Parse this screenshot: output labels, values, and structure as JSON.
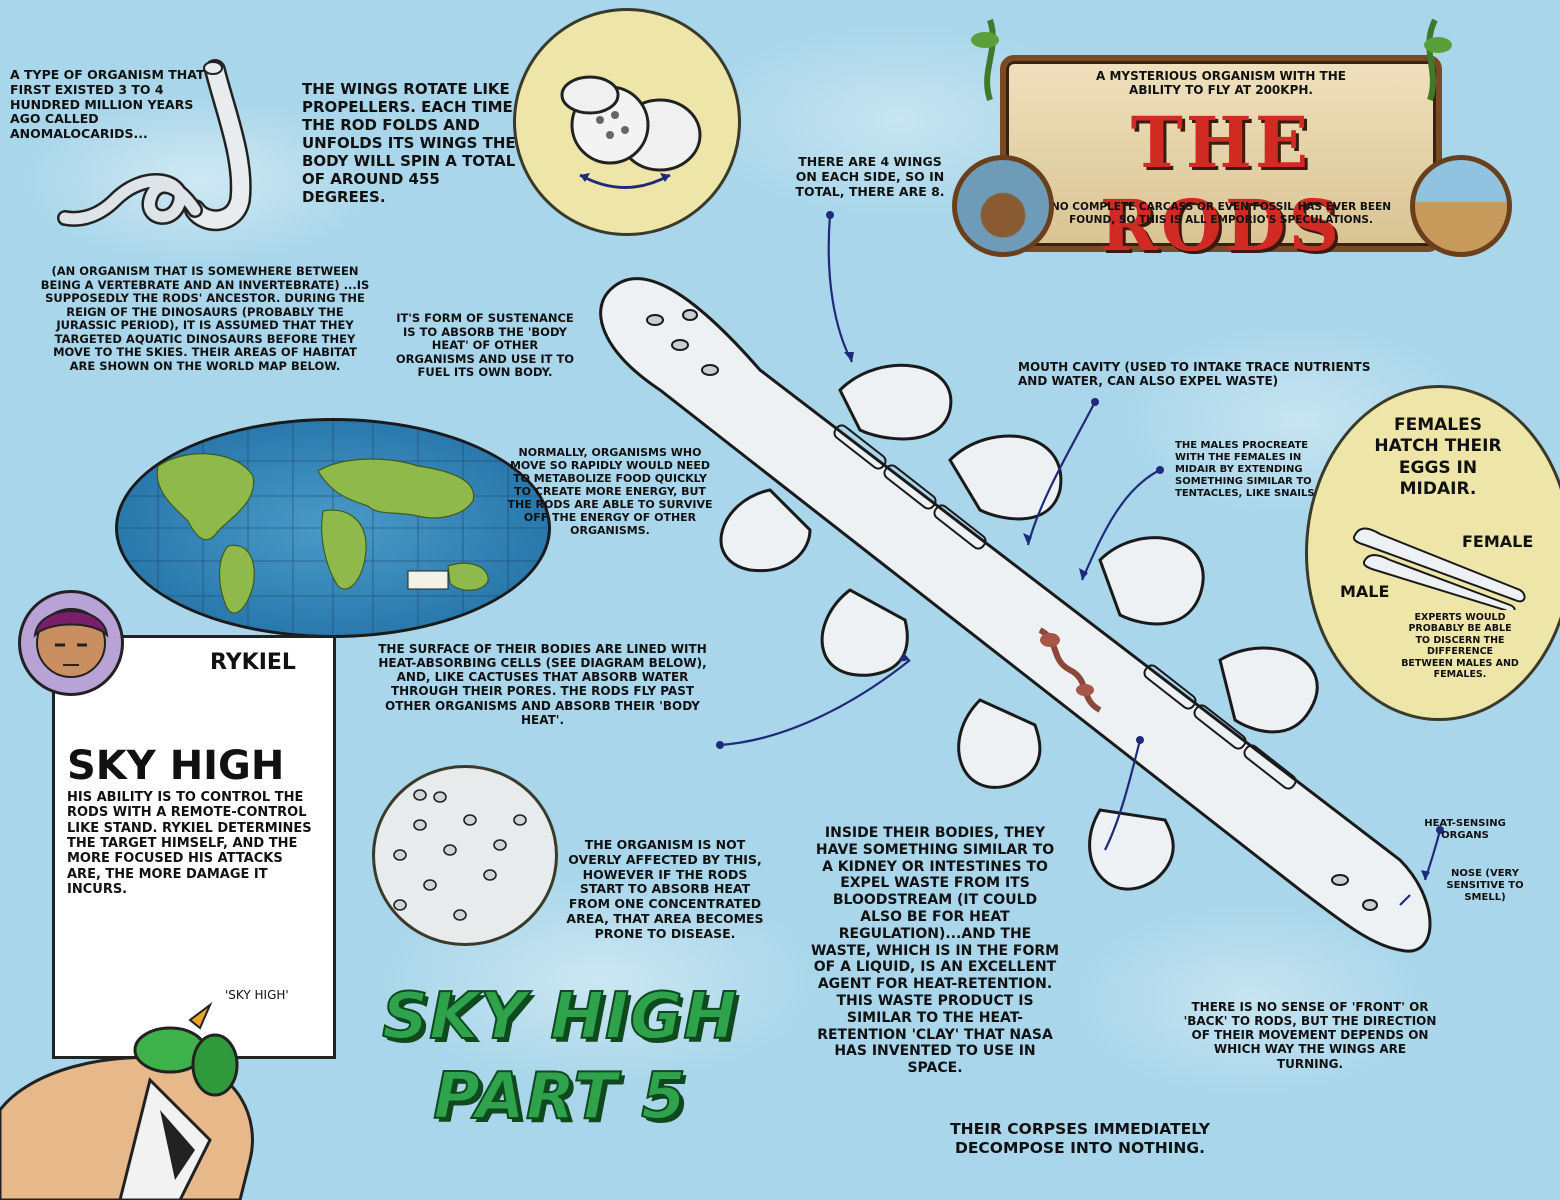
{
  "header": {
    "subtitle": "A mysterious organism with the ability to fly at 200kph.",
    "title": "THE RODS",
    "disclaimer": "No complete carcass or even fossil has ever been found, so this is all Emporio's speculations."
  },
  "notes": {
    "anomalocarids": "A type of organism that first existed 3 to 4 hundred million years ago called anomalocarids...",
    "wings_rotate": "The wings rotate like propellers. Each time the rod folds and unfolds its wings the body will spin a total of around 455 degrees.",
    "four_wings": "There are 4 wings on each side, so in total, there are 8.",
    "ancestor": "(An organism that is somewhere between being a vertebrate and an invertebrate) ...is supposedly the rods' ancestor. During the reign of the dinosaurs (probably the Jurassic period), it is assumed that they targeted aquatic dinosaurs before they move to the skies. Their areas of habitat are shown on the world map below.",
    "sustenance": "It's form of sustenance is to absorb the 'body heat' of other organisms and use it to fuel its own body.",
    "mouth_cavity": "Mouth cavity (used to intake trace nutrients and water, can also expel waste)",
    "metabolize": "Normally, organisms who move so rapidly would need to metabolize food quickly to create more energy, but the rods are able to survive off the energy of other organisms.",
    "males_procreate": "The males procreate with the females in midair by extending something similar to tentacles, like snails.",
    "surface_cells": "The surface of their bodies are lined with heat-absorbing cells (see diagram below), and, like cactuses that absorb water through their pores. The rods fly past other organisms and absorb their 'body heat'.",
    "not_affected": "The organism is not overly affected by this, however if the rods start to absorb heat from one concentrated area, that area becomes prone to disease.",
    "inside_bodies": "Inside their bodies, they have something similar to a kidney or intestines to expel waste from its bloodstream (it could also be for heat regulation)...and the waste, which is in the form of a liquid, is an excellent agent for heat-retention. This waste product is similar to the heat-retention 'clay' that NASA has invented to use in space.",
    "heat_sensing": "Heat-sensing organs",
    "nose": "Nose (very sensitive to smell)",
    "no_front": "There is no sense of 'front' or 'back' to rods, but the direction of their movement depends on which way the wings are turning.",
    "corpses": "Their corpses immediately decompose into nothing."
  },
  "females_disc": {
    "heading": "Females hatch their eggs in midair.",
    "female_label": "FEMALE",
    "male_label": "MALE",
    "experts": "Experts would probably be able to discern the difference between males and females."
  },
  "character": {
    "name": "RYKIEL",
    "stand_name": "SKY HIGH",
    "ability": "His ability is to control the Rods with a remote-control like stand. Rykiel determines the target himself, and the more focused his attacks are, the more damage it incurs.",
    "stand_caption": "'SKY HIGH'"
  },
  "chapter": {
    "line1": "SKY HIGH",
    "line2": "PART 5"
  },
  "colors": {
    "sky": "#a9d6ea",
    "title_red": "#d02a22",
    "chapter_green": "#2fa34b",
    "disc_yellow": "#eee5a8",
    "arrow_blue": "#1f2a7a"
  }
}
